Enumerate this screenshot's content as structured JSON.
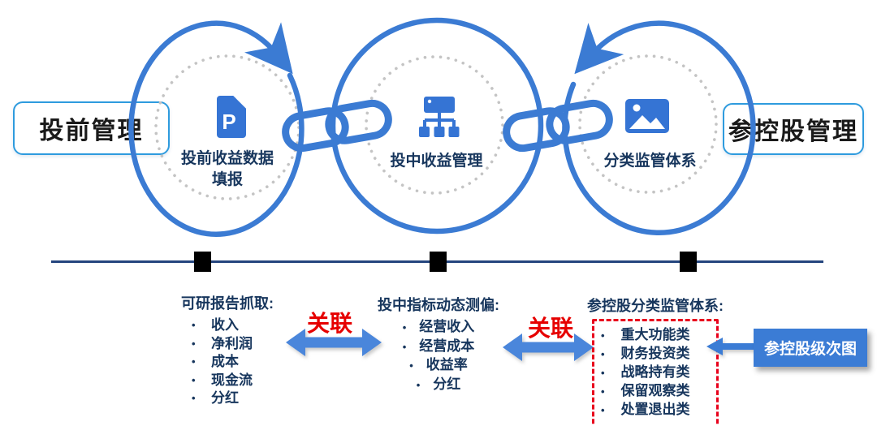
{
  "colors": {
    "circle_blue": "#3B7BD3",
    "icon_blue": "#3574D4",
    "navy_text": "#17365D",
    "box_border_blue": "#2E9BDE",
    "timeline_navy": "#24457E",
    "red_label": "#E60000",
    "red_dashed_border": "#E8001C",
    "fat_arrow_blue": "#4A86DB",
    "callout_blue": "#3B7CD5",
    "dotted_gray": "#C4C4C4"
  },
  "stage_labels": {
    "left_box": "投前管理",
    "right_box": "参控股管理"
  },
  "cycles": {
    "c1": {
      "caption_line1": "投前收益数据",
      "caption_line2": "填报",
      "icon": "document-p-icon",
      "doc_letter": "P"
    },
    "c2": {
      "caption": "投中收益管理",
      "icon": "hierarchy-icon"
    },
    "c3": {
      "caption": "分类监管体系",
      "icon": "image-icon"
    }
  },
  "bottom": {
    "col1": {
      "heading": "可研报告抓取:",
      "items": [
        "收入",
        "净利润",
        "成本",
        "现金流",
        "分红"
      ]
    },
    "col2": {
      "heading": "投中指标动态测偏:",
      "items": [
        "经营收入",
        "经营成本",
        "收益率",
        "分红"
      ]
    },
    "col3": {
      "heading": "参控股分类监管体系:",
      "items": [
        "重大功能类",
        "财务投资类",
        "战略持有类",
        "保留观察类",
        "处置退出类"
      ]
    },
    "link_label_1": "关联",
    "link_label_2": "关联",
    "callout": "参控股级次图"
  }
}
